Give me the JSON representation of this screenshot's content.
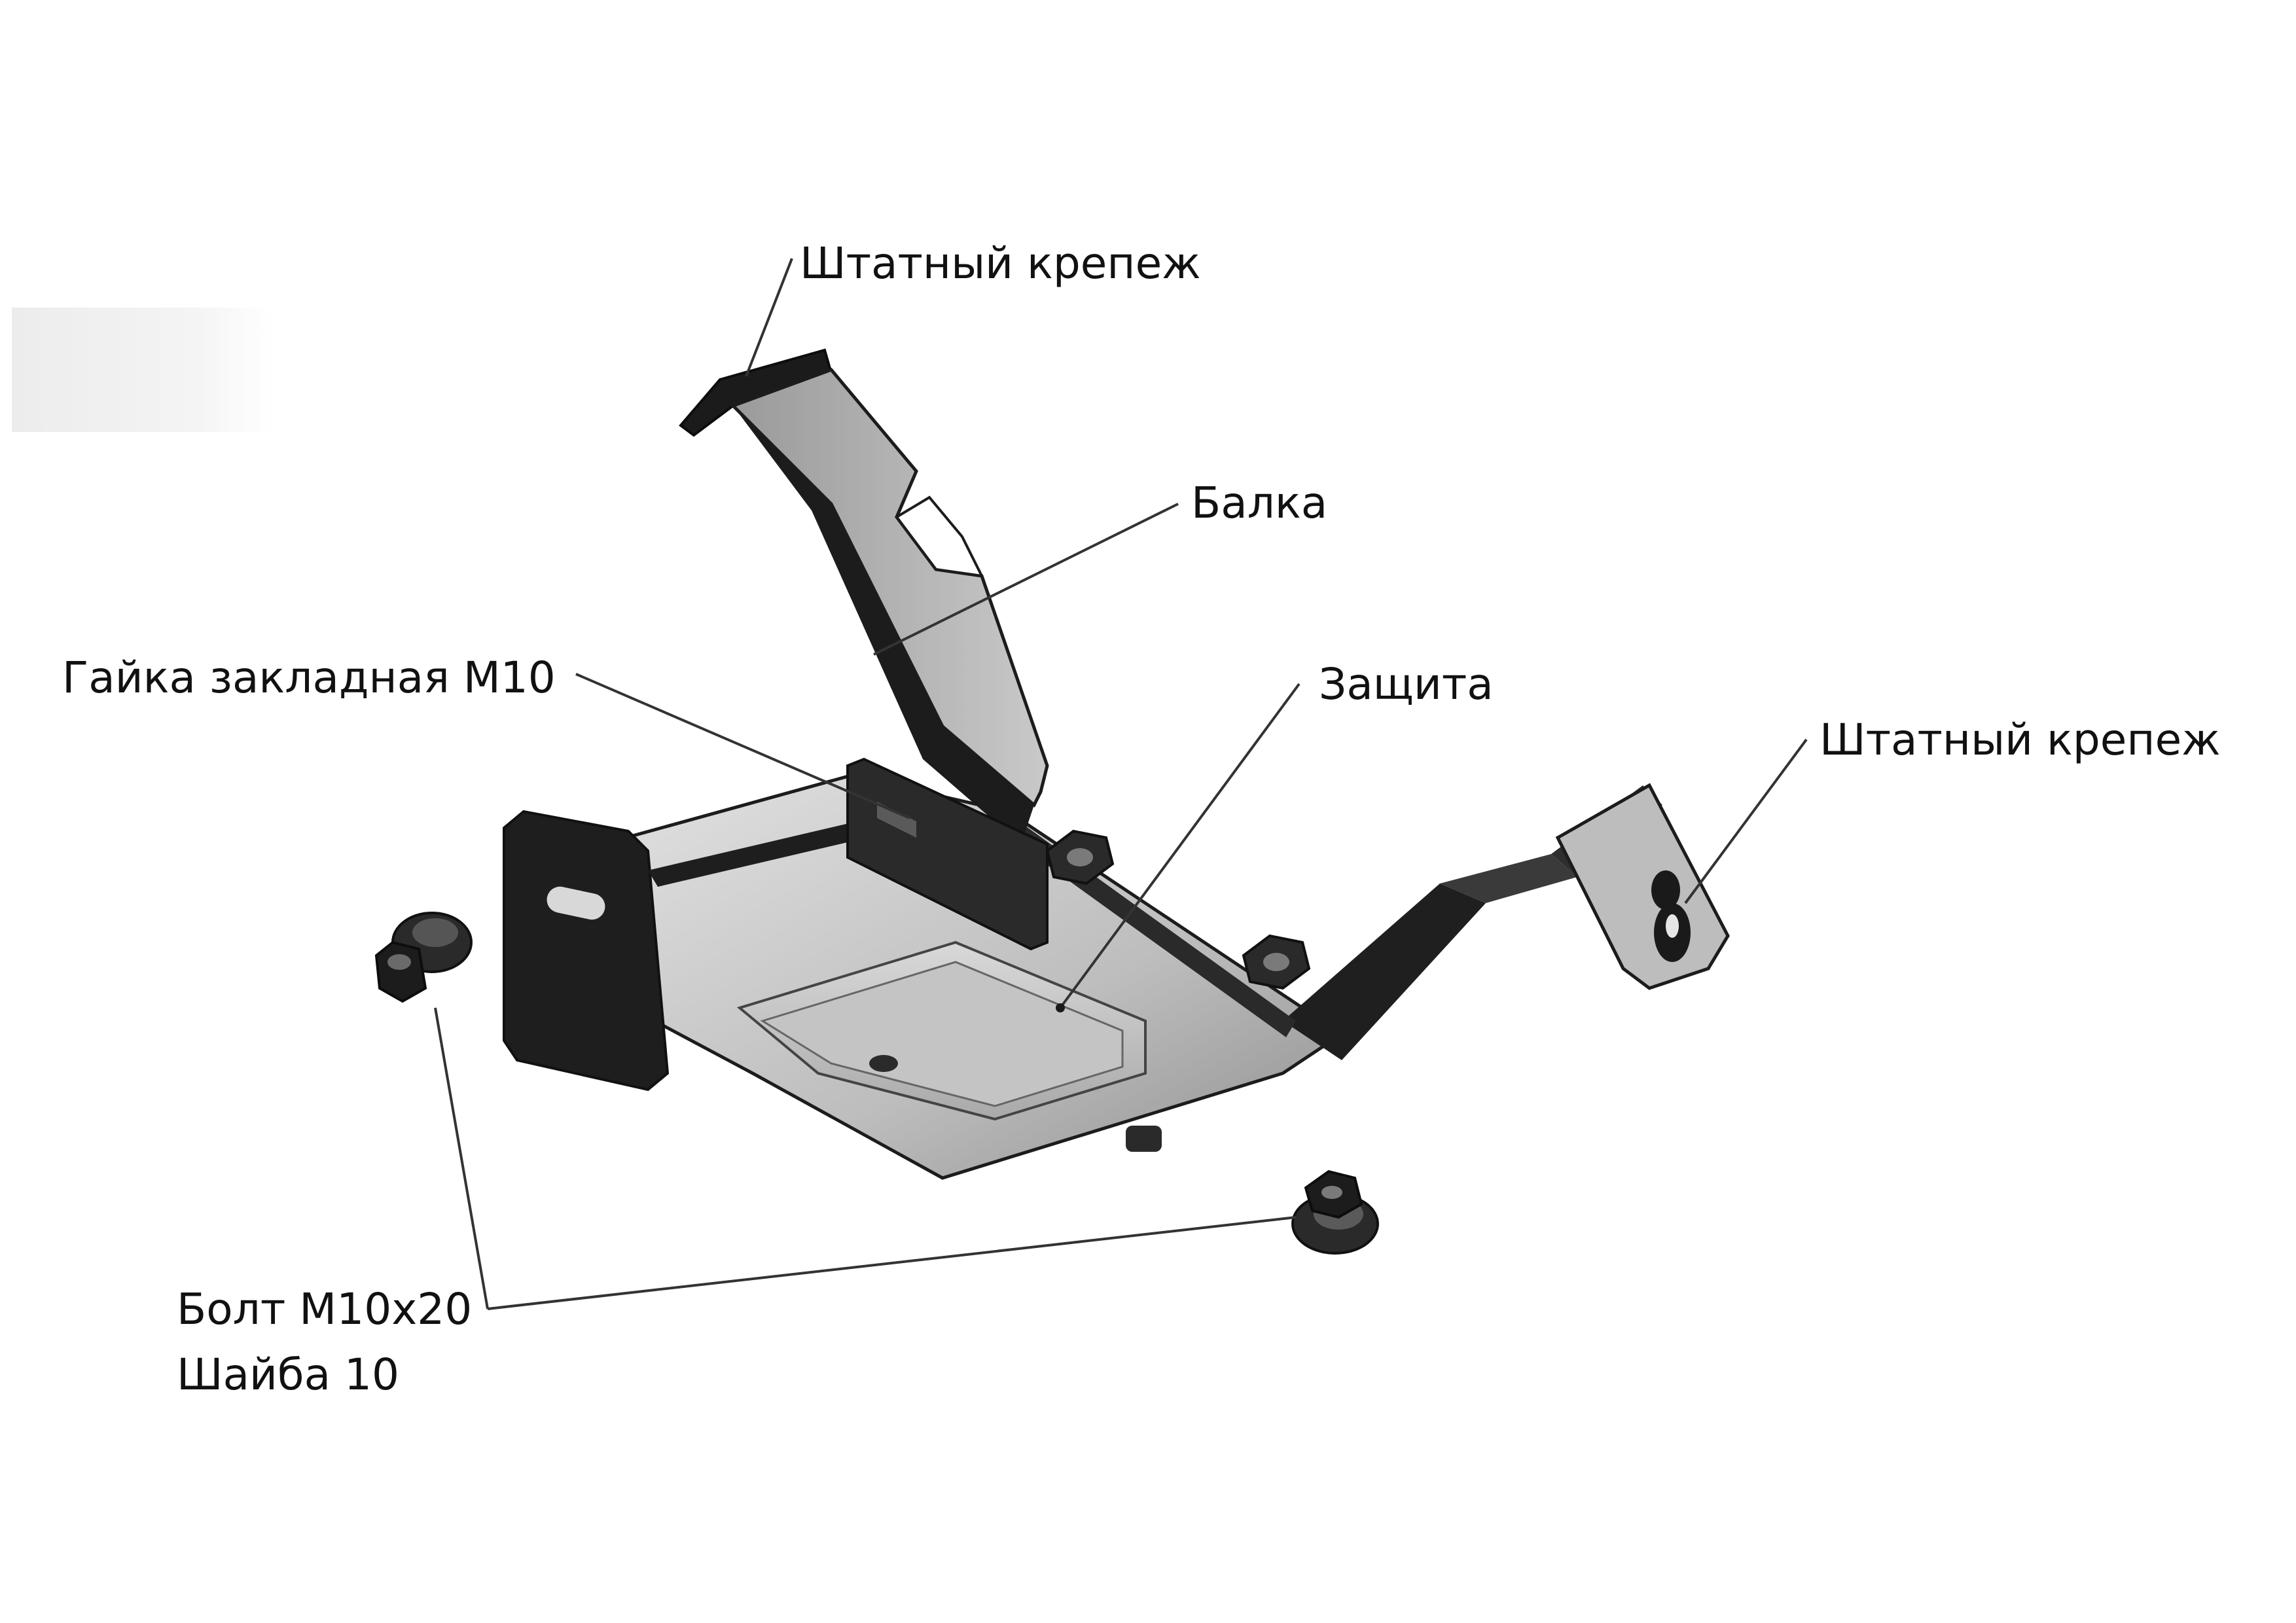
{
  "callouts": {
    "top_mount": "Штатный крепеж",
    "beam": "Балка",
    "embedded_nut": "Гайка закладная М10",
    "guard": "Защита",
    "right_mount": "Штатный крепеж",
    "bolt": "Болт М10х20",
    "washer": "Шайба 10"
  },
  "colors": {
    "metal_dark": "#1c1c1c",
    "metal_mid": "#8a8a8a",
    "metal_light": "#cfcfcf",
    "leader_line": "#333333"
  }
}
